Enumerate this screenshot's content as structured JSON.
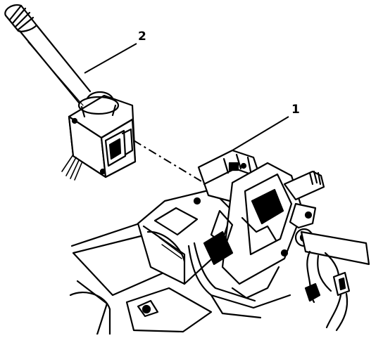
{
  "callouts": [
    {
      "id": "1"
    },
    {
      "id": "2"
    }
  ],
  "labels": {
    "callout_1": "1",
    "callout_2": "2"
  },
  "colors": {
    "ink": "#000000",
    "paper": "#ffffff"
  },
  "parts": {
    "part_1_icon": "steering-column-housing-icon",
    "part_2_icon": "multifunction-switch-lever-icon"
  }
}
